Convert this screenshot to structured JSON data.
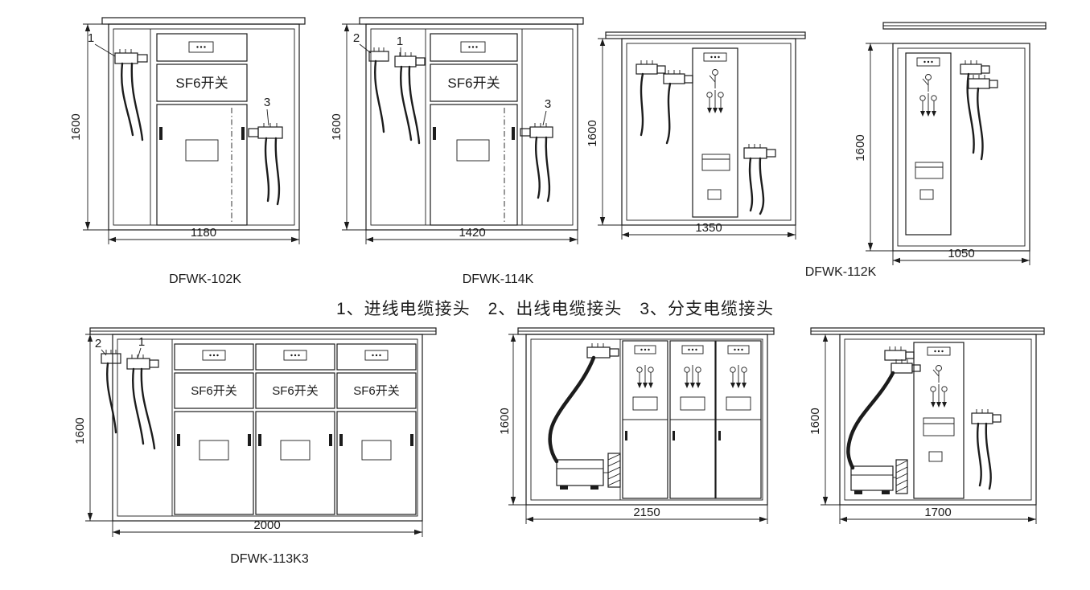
{
  "page": {
    "background": "#ffffff",
    "ink": "#1c1c1c"
  },
  "legend": {
    "text": "1、进线电缆接头　2、出线电缆接头　3、分支电缆接头"
  },
  "shared": {
    "sf6_label": "SF6开关"
  },
  "callouts": {
    "inlet": "1",
    "outlet": "2",
    "branch": "3"
  },
  "diagrams": {
    "dfwk102k": {
      "model": "DFWK-102K",
      "width_dim": "1180",
      "height_dim": "1600"
    },
    "dfwk114k": {
      "model": "DFWK-114K",
      "width_dim": "1420",
      "height_dim": "1600"
    },
    "dfwk112k": {
      "model": "DFWK-112K",
      "width_dim_left": "1350",
      "width_dim_right": "1050",
      "height_dim": "1600"
    },
    "dfwk113k3": {
      "model": "DFWK-113K3",
      "width_dim": "2000",
      "height_dim": "1600"
    },
    "unit2150": {
      "width_dim": "2150",
      "height_dim": "1600"
    },
    "unit1700": {
      "width_dim": "1700",
      "height_dim": "1600"
    }
  }
}
